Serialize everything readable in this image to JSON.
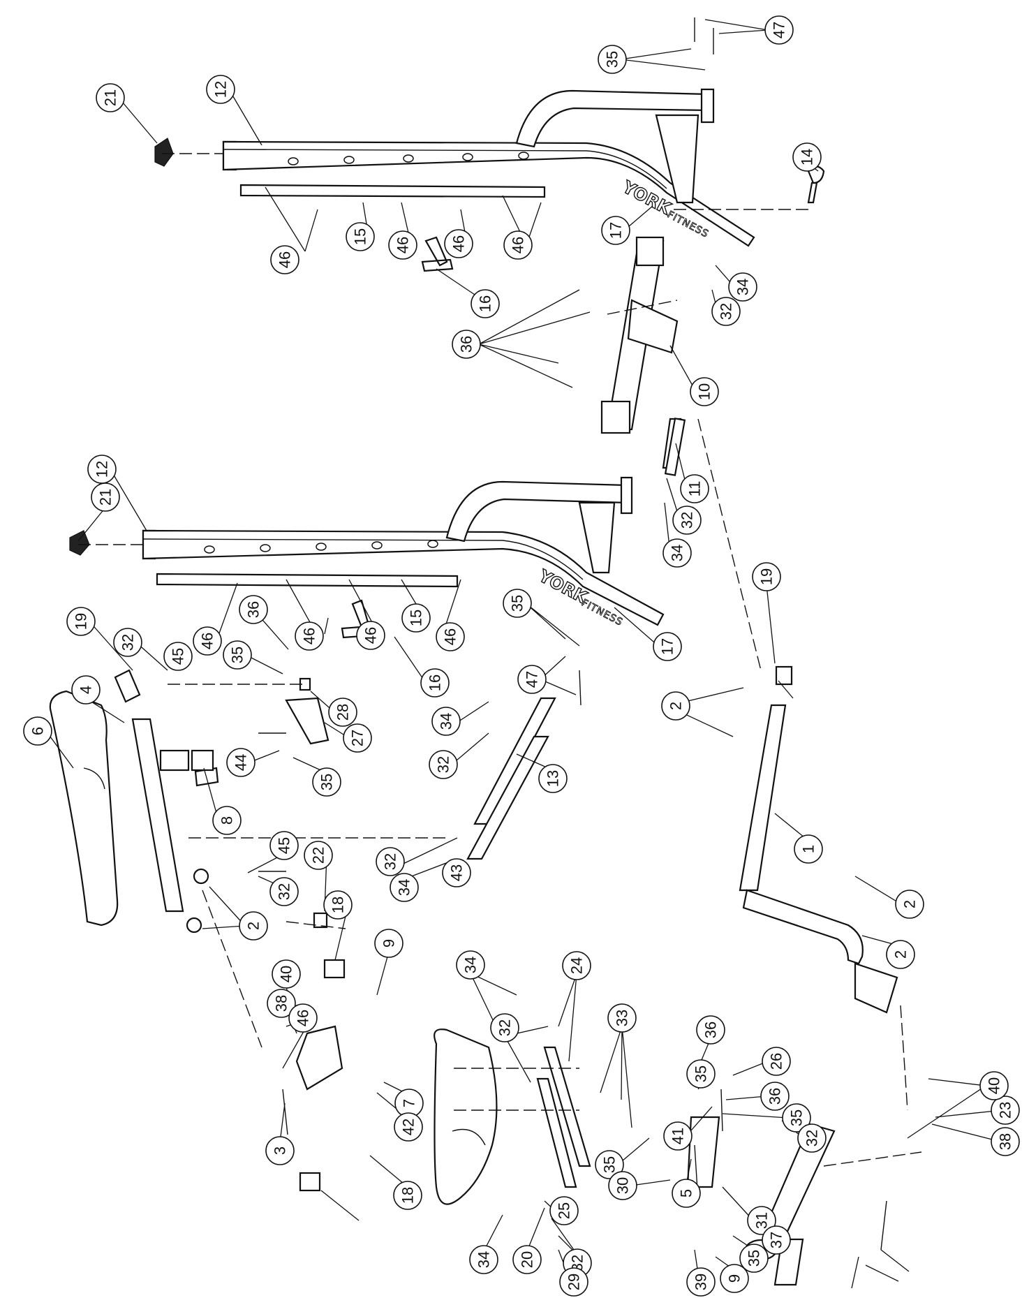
{
  "diagram": {
    "brand_logos": [
      "YORK",
      "FITNESS"
    ],
    "callouts": [
      {
        "id": "c1",
        "label": "47"
      },
      {
        "id": "c2",
        "label": "35"
      },
      {
        "id": "c3",
        "label": "21"
      },
      {
        "id": "c4",
        "label": "12"
      },
      {
        "id": "c5",
        "label": "14"
      },
      {
        "id": "c6",
        "label": "17"
      },
      {
        "id": "c7",
        "label": "46"
      },
      {
        "id": "c8",
        "label": "15"
      },
      {
        "id": "c9",
        "label": "46"
      },
      {
        "id": "c10",
        "label": "46"
      },
      {
        "id": "c11",
        "label": "46"
      },
      {
        "id": "c12",
        "label": "16"
      },
      {
        "id": "c13",
        "label": "34"
      },
      {
        "id": "c14",
        "label": "32"
      },
      {
        "id": "c15",
        "label": "36"
      },
      {
        "id": "c16",
        "label": "10"
      },
      {
        "id": "c17",
        "label": "11"
      },
      {
        "id": "c18",
        "label": "32"
      },
      {
        "id": "c19",
        "label": "34"
      },
      {
        "id": "c20",
        "label": "21"
      },
      {
        "id": "c21",
        "label": "12"
      },
      {
        "id": "c22",
        "label": "46"
      },
      {
        "id": "c23",
        "label": "46"
      },
      {
        "id": "c24",
        "label": "46"
      },
      {
        "id": "c25",
        "label": "15"
      },
      {
        "id": "c26",
        "label": "46"
      },
      {
        "id": "c27",
        "label": "16"
      },
      {
        "id": "c28",
        "label": "35"
      },
      {
        "id": "c29",
        "label": "17"
      },
      {
        "id": "c30",
        "label": "47"
      },
      {
        "id": "c31",
        "label": "36"
      },
      {
        "id": "c32",
        "label": "35"
      },
      {
        "id": "c33",
        "label": "28"
      },
      {
        "id": "c34",
        "label": "27"
      },
      {
        "id": "c35",
        "label": "44"
      },
      {
        "id": "c36",
        "label": "35"
      },
      {
        "id": "c37",
        "label": "19"
      },
      {
        "id": "c38",
        "label": "32"
      },
      {
        "id": "c39",
        "label": "45"
      },
      {
        "id": "c40",
        "label": "4"
      },
      {
        "id": "c41",
        "label": "6"
      },
      {
        "id": "c42",
        "label": "8"
      },
      {
        "id": "c43",
        "label": "34"
      },
      {
        "id": "c44",
        "label": "32"
      },
      {
        "id": "c45",
        "label": "13"
      },
      {
        "id": "c46",
        "label": "19"
      },
      {
        "id": "c47",
        "label": "2"
      },
      {
        "id": "c48",
        "label": "1"
      },
      {
        "id": "c49",
        "label": "32"
      },
      {
        "id": "c50",
        "label": "43"
      },
      {
        "id": "c51",
        "label": "34"
      },
      {
        "id": "c52",
        "label": "45"
      },
      {
        "id": "c53",
        "label": "32"
      },
      {
        "id": "c54",
        "label": "2"
      },
      {
        "id": "c55",
        "label": "22"
      },
      {
        "id": "c56",
        "label": "18"
      },
      {
        "id": "c57",
        "label": "9"
      },
      {
        "id": "c58",
        "label": "2"
      },
      {
        "id": "c59",
        "label": "2"
      },
      {
        "id": "c60",
        "label": "40"
      },
      {
        "id": "c61",
        "label": "38"
      },
      {
        "id": "c62",
        "label": "46"
      },
      {
        "id": "c63",
        "label": "7"
      },
      {
        "id": "c64",
        "label": "42"
      },
      {
        "id": "c65",
        "label": "3"
      },
      {
        "id": "c66",
        "label": "18"
      },
      {
        "id": "c67",
        "label": "34"
      },
      {
        "id": "c68",
        "label": "32"
      },
      {
        "id": "c69",
        "label": "24"
      },
      {
        "id": "c70",
        "label": "33"
      },
      {
        "id": "c71",
        "label": "36"
      },
      {
        "id": "c72",
        "label": "26"
      },
      {
        "id": "c73",
        "label": "35"
      },
      {
        "id": "c74",
        "label": "36"
      },
      {
        "id": "c75",
        "label": "35"
      },
      {
        "id": "c76",
        "label": "23"
      },
      {
        "id": "c77",
        "label": "40"
      },
      {
        "id": "c78",
        "label": "38"
      },
      {
        "id": "c79",
        "label": "32"
      },
      {
        "id": "c80",
        "label": "41"
      },
      {
        "id": "c81",
        "label": "35"
      },
      {
        "id": "c82",
        "label": "5"
      },
      {
        "id": "c83",
        "label": "30"
      },
      {
        "id": "c84",
        "label": "34"
      },
      {
        "id": "c85",
        "label": "20"
      },
      {
        "id": "c86",
        "label": "32"
      },
      {
        "id": "c87",
        "label": "25"
      },
      {
        "id": "c88",
        "label": "29"
      },
      {
        "id": "c89",
        "label": "31"
      },
      {
        "id": "c90",
        "label": "35"
      },
      {
        "id": "c91",
        "label": "37"
      },
      {
        "id": "c92",
        "label": "9"
      },
      {
        "id": "c93",
        "label": "39"
      }
    ]
  }
}
